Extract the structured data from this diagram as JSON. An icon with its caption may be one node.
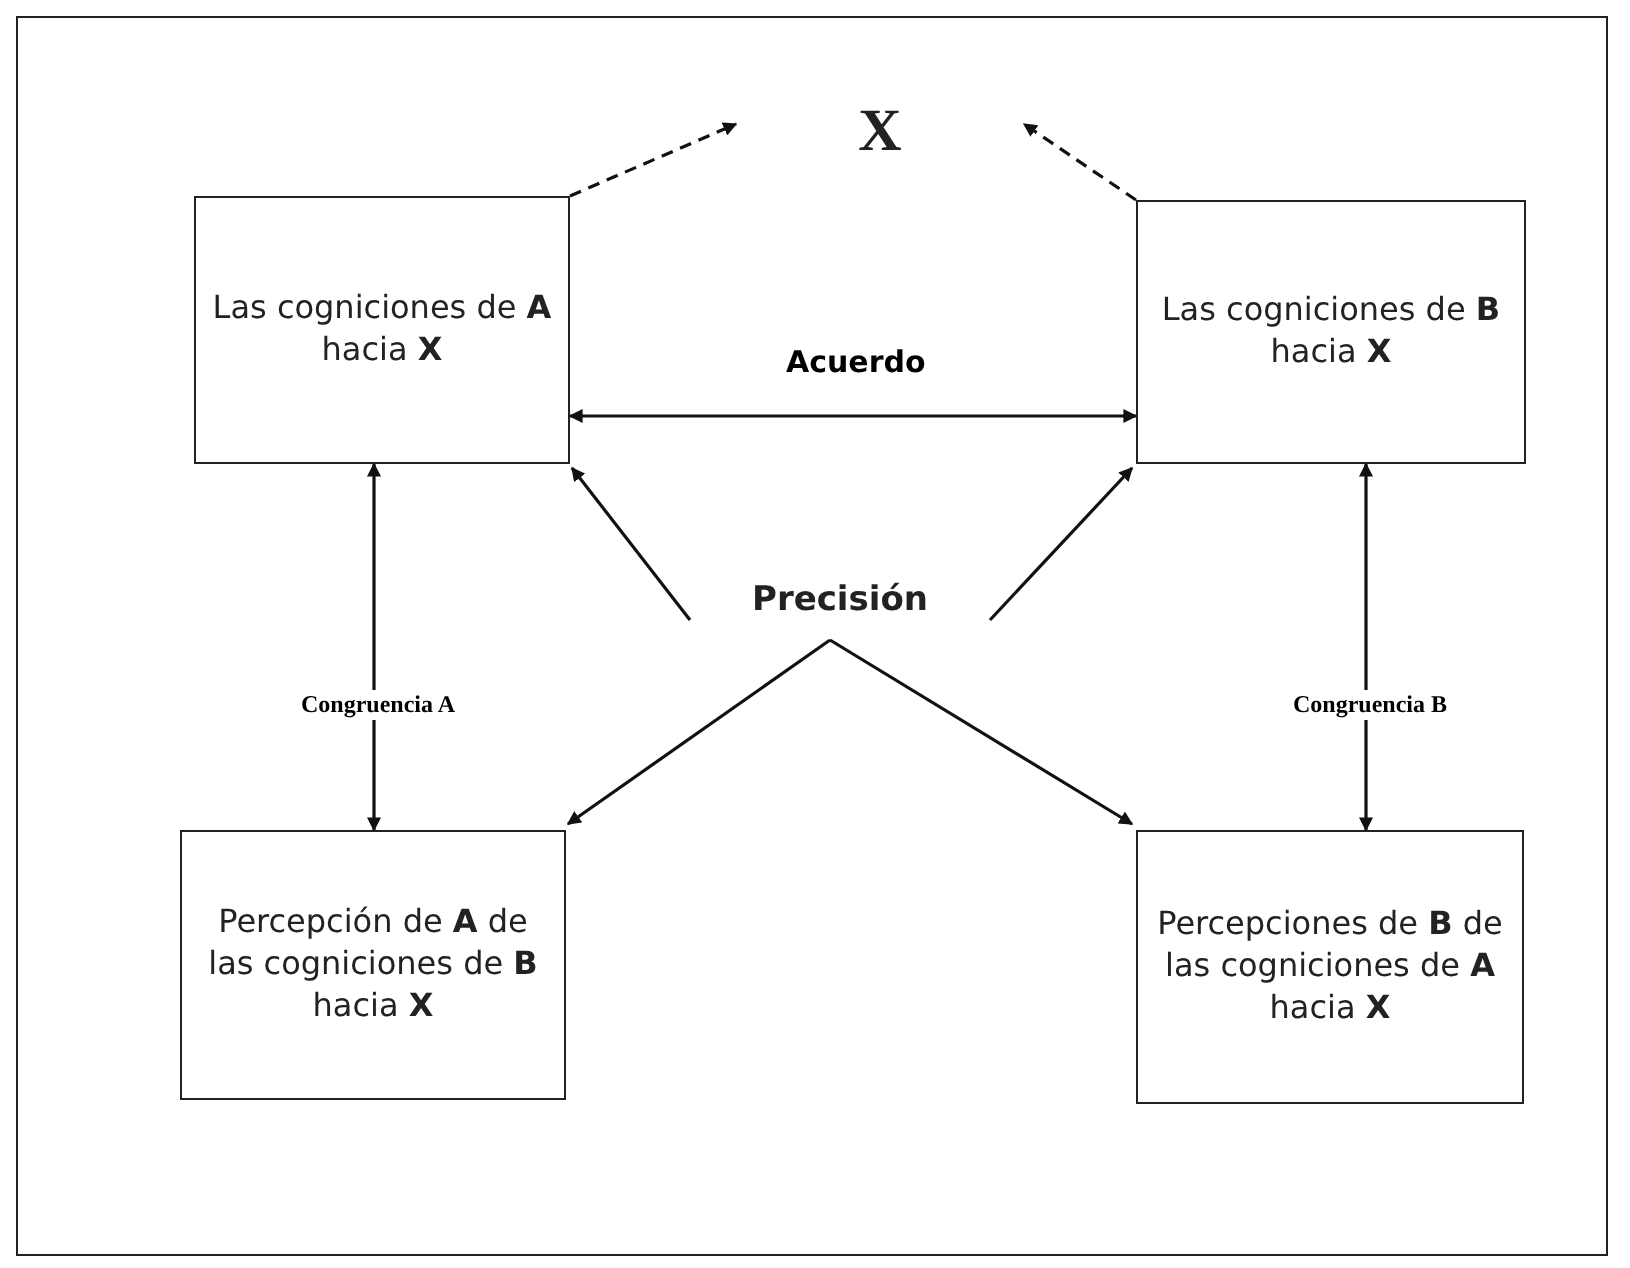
{
  "diagram": {
    "nodes": [
      {
        "text": [
          "X"
        ]
      },
      {
        "text": [
          "Las cogniciones de **A** hacia **X**"
        ]
      },
      {
        "text": [
          "Las cogniciones de **B** hacia **X**"
        ]
      },
      {
        "text": [
          "Precisión"
        ]
      },
      {
        "text": [
          "Percepción de **A** de las cogniciones de **B** hacia **X**"
        ]
      },
      {
        "text": [
          "Percepciones de **B** de las cogniciones de **A** hacia **X**"
        ]
      }
    ],
    "edges": [
      {
        "from": 1,
        "to": 0,
        "arrow": "to",
        "style": "dashed"
      },
      {
        "from": 2,
        "to": 0,
        "arrow": "to",
        "style": "dashed"
      },
      {
        "from": 1,
        "to": 2,
        "arrow": "both",
        "label": "Acuerdo"
      },
      {
        "from": 3,
        "to": 1,
        "arrow": "to"
      },
      {
        "from": 3,
        "to": 2,
        "arrow": "to"
      },
      {
        "from": 3,
        "to": 4,
        "arrow": "to"
      },
      {
        "from": 3,
        "to": 5,
        "arrow": "to"
      },
      {
        "from": 1,
        "to": 4,
        "arrow": "both",
        "label": "Congruencia A"
      },
      {
        "from": 2,
        "to": 5,
        "arrow": "both",
        "label": "Congruencia B"
      }
    ]
  }
}
